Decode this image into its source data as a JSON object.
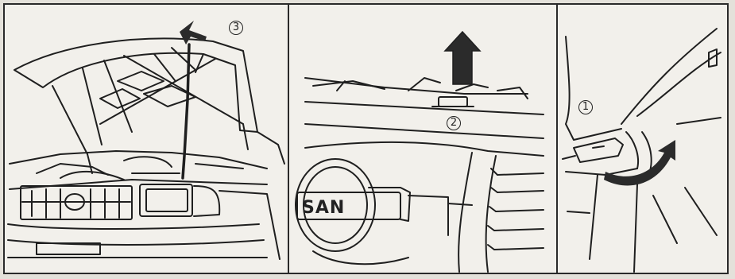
{
  "figure": {
    "panels": [
      {
        "id": "panel-hood-open",
        "callout": "3"
      },
      {
        "id": "panel-grille-latch",
        "callout": "2"
      },
      {
        "id": "panel-release-lever",
        "callout": "1"
      }
    ],
    "emblem_text": "SAN",
    "arrow_fill": "#2b2b2b",
    "line_color": "#1f1f1f",
    "paper_color": "#f2f0eb"
  }
}
